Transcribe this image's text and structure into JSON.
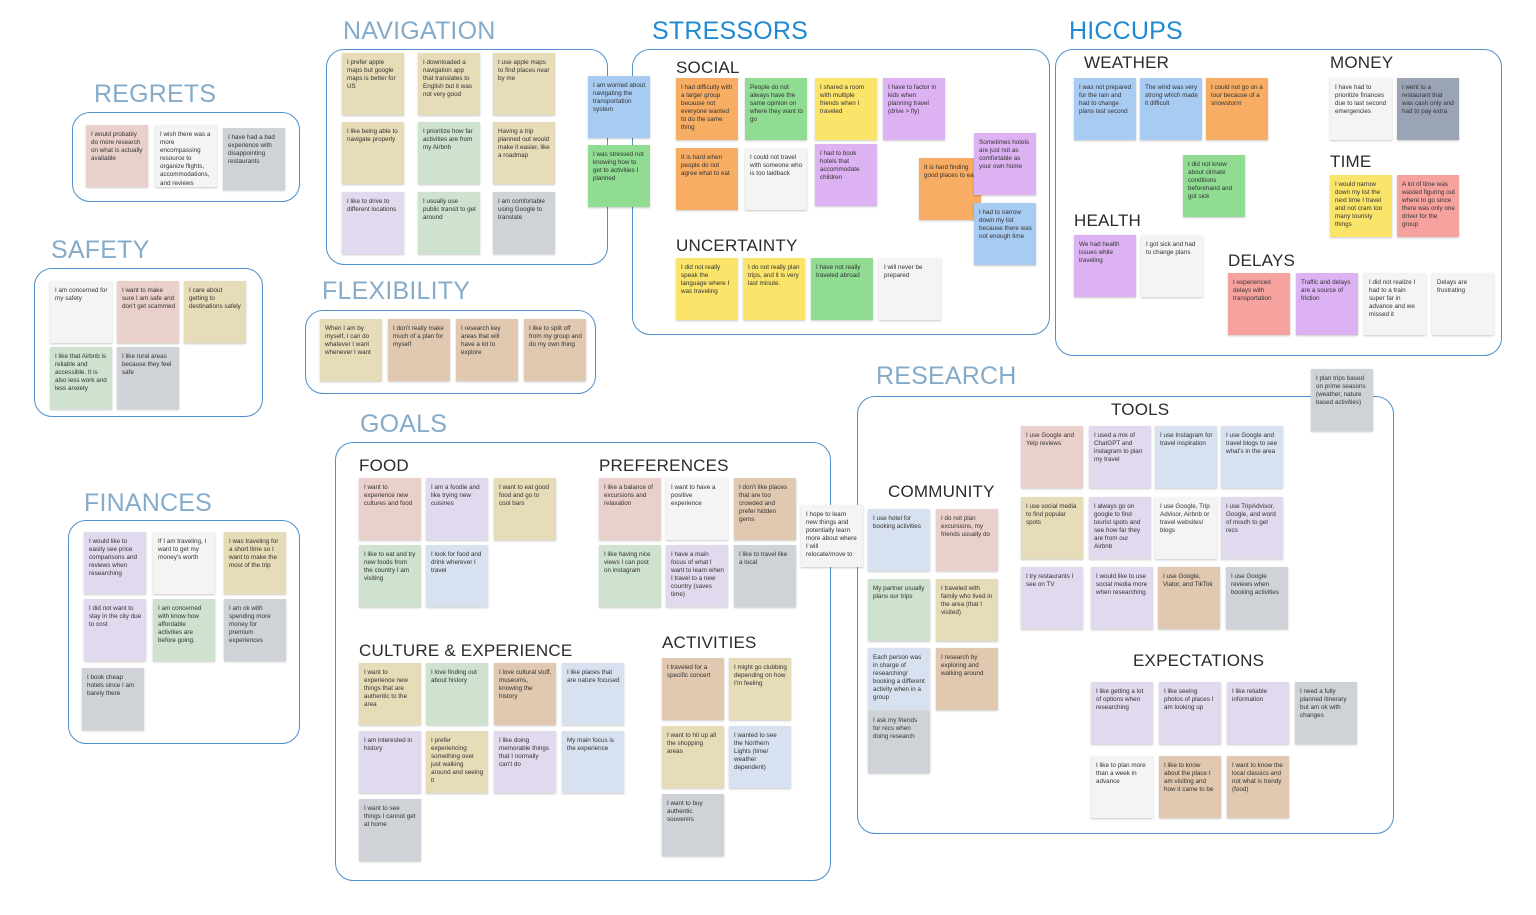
{
  "sections": {
    "regrets": "REGRETS",
    "safety": "SAFETY",
    "finances": "FINANCES",
    "navigation": "NAVIGATION",
    "flexibility": "FLEXIBILITY",
    "goals": "GOALS",
    "stressors": "STRESSORS",
    "hiccups": "HICCUPS",
    "research": "RESEARCH"
  },
  "subsections": {
    "food": "FOOD",
    "preferences": "PREFERENCES",
    "culture": "CULTURE & EXPERIENCE",
    "activities": "ACTIVITIES",
    "social": "SOCIAL",
    "uncertainty": "UNCERTAINTY",
    "weather": "WEATHER",
    "money": "MONEY",
    "time": "TIME",
    "health": "HEALTH",
    "delays": "DELAYS",
    "tools": "TOOLS",
    "community": "COMMUNITY",
    "expectations": "EXPECTATIONS"
  },
  "notes": [
    {
      "group": "regrets",
      "color": "#ead0cb",
      "text": "I would probably do more research on what is actually available"
    },
    {
      "group": "regrets",
      "color": "#f4f4f4",
      "text": "I wish there was a more encompassing resource to organize flights, accommodations, and reviews"
    },
    {
      "group": "regrets",
      "color": "#cfd3d8",
      "text": "I have had a bad experience with disappointing restaurants"
    },
    {
      "group": "safety",
      "color": "#f4f4f4",
      "text": "I am concerned for my safety"
    },
    {
      "group": "safety",
      "color": "#ead0cb",
      "text": "I want to make sure I am safe and don't get scammed"
    },
    {
      "group": "safety",
      "color": "#e6dcb8",
      "text": "I care about getting to destinations safely"
    },
    {
      "group": "safety",
      "color": "#cfe1cf",
      "text": "I like that Airbnb is reliable and accessible. It is also less work and less anxiety"
    },
    {
      "group": "safety",
      "color": "#cfd3d8",
      "text": "I like rural areas because they feel safe"
    },
    {
      "group": "finances",
      "color": "#e1d9ed",
      "text": "I would like to easily see price comparisons and reviews when researching"
    },
    {
      "group": "finances",
      "color": "#f4f4f4",
      "text": "If I am traveling, I want to get my money's worth"
    },
    {
      "group": "finances",
      "color": "#e6dcb8",
      "text": "I was traveling for a short time so I want to make the most of the trip"
    },
    {
      "group": "finances",
      "color": "#e1d9ed",
      "text": "I did not want to stay in the city due to cost"
    },
    {
      "group": "finances",
      "color": "#cfe1cf",
      "text": "I am concerned with know how affordable activities are before going."
    },
    {
      "group": "finances",
      "color": "#cfd3d8",
      "text": "I am ok with spending more money for premium experiences"
    },
    {
      "group": "finances",
      "color": "#cfd3d8",
      "text": "I book cheap hotels since I am barely there"
    },
    {
      "group": "navigation",
      "color": "#e6dcb8",
      "text": "I prefer apple maps but google maps is better for US"
    },
    {
      "group": "navigation",
      "color": "#e6dcb8",
      "text": "I downloaded a navigation app that translates to English but it was not very good"
    },
    {
      "group": "navigation",
      "color": "#e6dcb8",
      "text": "I use apple maps to find places near by me"
    },
    {
      "group": "navigation",
      "color": "#e6dcb8",
      "text": "I like being able to navigate properly"
    },
    {
      "group": "navigation",
      "color": "#cfe1cf",
      "text": "I prioritize how far activities are from my Airbnb"
    },
    {
      "group": "navigation",
      "color": "#e6dcb8",
      "text": "Having a trip planned out would make it easier, like a roadmap"
    },
    {
      "group": "navigation",
      "color": "#e1d9ed",
      "text": "I like to drive to different locations"
    },
    {
      "group": "navigation",
      "color": "#cfe1cf",
      "text": "I usually use public transit to get around"
    },
    {
      "group": "navigation",
      "color": "#cfd3d8",
      "text": "I am comfortable using Google to translate"
    },
    {
      "group": "flexibility",
      "color": "#e6dcb8",
      "text": "When I am by myself, I can do whatever I want whenever I want"
    },
    {
      "group": "flexibility",
      "color": "#e0c9b0",
      "text": "I don't really make much of a plan for myself"
    },
    {
      "group": "flexibility",
      "color": "#e0c9b0",
      "text": "I research key areas that will have a lot to explore"
    },
    {
      "group": "flexibility",
      "color": "#e0c9b0",
      "text": "I like to split off from my group and do my own thing"
    },
    {
      "group": "food",
      "color": "#ead0cb",
      "text": "I want to experience new cultures and food"
    },
    {
      "group": "food",
      "color": "#e1d9ed",
      "text": "I am a foodie and like trying new cuisines"
    },
    {
      "group": "food",
      "color": "#e6dcb8",
      "text": "I want to eat good food and go to cool bars"
    },
    {
      "group": "food",
      "color": "#cfe1cf",
      "text": "I like to eat and try new foods from the country I am visiting"
    },
    {
      "group": "food",
      "color": "#d8e1ef",
      "text": "I look for food and drink wherever I travel"
    },
    {
      "group": "preferences",
      "color": "#ead0cb",
      "text": "I like a balance of excursions and relaxation"
    },
    {
      "group": "preferences",
      "color": "#f4f4f4",
      "text": "I want to have a positive experience"
    },
    {
      "group": "preferences",
      "color": "#e0c9b0",
      "text": "I don't like places that are too crowded and prefer hidden gems"
    },
    {
      "group": "preferences",
      "color": "#cfe1cf",
      "text": "I like having nice views I can post on instagram"
    },
    {
      "group": "preferences",
      "color": "#e1d9ed",
      "text": "I have a main focus of what I want to learn when I travel to a new country (saves time)"
    },
    {
      "group": "preferences",
      "color": "#cfd3d8",
      "text": "I like to travel like a local"
    },
    {
      "group": "preferences",
      "color": "#f4f4f4",
      "text": "I hope to learn new things and potentially learn more about where I will relocate/move to"
    },
    {
      "group": "culture",
      "color": "#e6dcb8",
      "text": "I want to experience new things that are authentic to the area"
    },
    {
      "group": "culture",
      "color": "#cfe1cf",
      "text": "I love finding out about history"
    },
    {
      "group": "culture",
      "color": "#e0c9b0",
      "text": "I love cultural stuff, museums, knowing the history"
    },
    {
      "group": "culture",
      "color": "#d8e1ef",
      "text": "I like places that are nature focused"
    },
    {
      "group": "culture",
      "color": "#e1d9ed",
      "text": "I am interested in history"
    },
    {
      "group": "culture",
      "color": "#e6dcb8",
      "text": "I prefer experiencing something over just walking around and seeing it"
    },
    {
      "group": "culture",
      "color": "#e1d9ed",
      "text": "I like doing memorable things that I normally can't do"
    },
    {
      "group": "culture",
      "color": "#d8e1ef",
      "text": "My main focus is the experience"
    },
    {
      "group": "culture",
      "color": "#cfd3d8",
      "text": "I want to see things I cannot get at home"
    },
    {
      "group": "activities",
      "color": "#e0c9b0",
      "text": "I traveled for a specific concert"
    },
    {
      "group": "activities",
      "color": "#e6dcb8",
      "text": "I might go clubbing depending on how I'm feeling"
    },
    {
      "group": "activities",
      "color": "#e6dcb8",
      "text": "I want to hit up all the shopping areas"
    },
    {
      "group": "activities",
      "color": "#d8e1ef",
      "text": "I wanted to see the Northern Lights (time/ weather dependent)"
    },
    {
      "group": "activities",
      "color": "#cfd3d8",
      "text": "I want to buy authentic souvenirs"
    },
    {
      "group": "stressors",
      "color": "#a8cbf2",
      "text": "I am worried about navigating the transportation system"
    },
    {
      "group": "stressors",
      "color": "#8fdc92",
      "text": "I was stressed not knowing how to get to activities I planned"
    },
    {
      "group": "social",
      "color": "#f7ad63",
      "text": "I had difficulty with a larger group because not everyone wanted to do the same thing"
    },
    {
      "group": "social",
      "color": "#8fdc92",
      "text": "People do not always have the same opinion on where they want to go"
    },
    {
      "group": "social",
      "color": "#fbe46a",
      "text": "I shared a room with multiple friends when I traveled"
    },
    {
      "group": "social",
      "color": "#dcb2f2",
      "text": "I have to factor in kids when planning travel (drive > fly)"
    },
    {
      "group": "social",
      "color": "#f7ad63",
      "text": "It is hard when people do not agree what to eat"
    },
    {
      "group": "social",
      "color": "#f4f4f4",
      "text": "I could not travel with someone who is too laidback"
    },
    {
      "group": "social",
      "color": "#dcb2f2",
      "text": "I had to book hotels that accommodate children"
    },
    {
      "group": "social",
      "color": "#f7ad63",
      "text": "It is hard finding good places to eat"
    },
    {
      "group": "social",
      "color": "#dcb2f2",
      "text": "Sometimes hotels are just not as comfortable as your own home"
    },
    {
      "group": "social",
      "color": "#a8cbf2",
      "text": "I had to narrow down my list because there was not enough time"
    },
    {
      "group": "uncertainty",
      "color": "#fbe46a",
      "text": "I did not really speak the language where I was traveling"
    },
    {
      "group": "uncertainty",
      "color": "#fbe46a",
      "text": "I do not really plan trips, and it is very last minute."
    },
    {
      "group": "uncertainty",
      "color": "#8fdc92",
      "text": "I have not really traveled abroad"
    },
    {
      "group": "uncertainty",
      "color": "#f4f4f4",
      "text": "I will never be prepared"
    },
    {
      "group": "weather",
      "color": "#a8cbf2",
      "text": "I was not prepared for the rain and had to change plans last second"
    },
    {
      "group": "weather",
      "color": "#a8cbf2",
      "text": "The wind was very strong which made it difficult"
    },
    {
      "group": "weather",
      "color": "#f7ad63",
      "text": "I could not go on a tour because of a snowstorm"
    },
    {
      "group": "weather",
      "color": "#8fdc92",
      "text": "I did not know about climate conditions beforehand and got sick"
    },
    {
      "group": "money",
      "color": "#f4f4f4",
      "text": "I have had to prioritize finances due to last second emergencies"
    },
    {
      "group": "money",
      "color": "#9aa4b5",
      "text": "I went to a restaurant that was cash only and had to pay extra"
    },
    {
      "group": "time",
      "color": "#fbe46a",
      "text": "I would narrow down my list the next time I travel and not cram too many touristy things"
    },
    {
      "group": "time",
      "color": "#f6a3a0",
      "text": "A lot of time was wasted figuring out where to go since there was only one driver for the group"
    },
    {
      "group": "health",
      "color": "#dcb2f2",
      "text": "We had health issues while traveling"
    },
    {
      "group": "health",
      "color": "#f4f4f4",
      "text": "I got sick and had to change plans"
    },
    {
      "group": "delays",
      "color": "#f6a3a0",
      "text": "I experienced delays with transportation"
    },
    {
      "group": "delays",
      "color": "#dcb2f2",
      "text": "Traffic and delays are a source of friction"
    },
    {
      "group": "delays",
      "color": "#f4f4f4",
      "text": "I did not realize I had to a train super far in advance and we missed it"
    },
    {
      "group": "delays",
      "color": "#f4f4f4",
      "text": "Delays are frustrating"
    },
    {
      "group": "research",
      "color": "#cfd3d8",
      "text": "I plan trips based on prime seasons (weather, nature based activities)"
    },
    {
      "group": "tools",
      "color": "#ead0cb",
      "text": "I use Google and Yelp reviews"
    },
    {
      "group": "tools",
      "color": "#e1d9ed",
      "text": "I used a mix of ChatGPT and instagram to plan my travel"
    },
    {
      "group": "tools",
      "color": "#d8e1ef",
      "text": "I use Instagram for travel inspiration"
    },
    {
      "group": "tools",
      "color": "#d8e1ef",
      "text": "I use Google and travel blogs to see what's in the area"
    },
    {
      "group": "tools",
      "color": "#e6dcb8",
      "text": "I use social media to find popular spots"
    },
    {
      "group": "tools",
      "color": "#e1d9ed",
      "text": "I always go on google to find tourist spots and see how far they are from our Airbnb"
    },
    {
      "group": "tools",
      "color": "#f4f4f4",
      "text": "I use Google, Trip Advisor, Airbnb or travel websites/ blogs"
    },
    {
      "group": "tools",
      "color": "#e1d9ed",
      "text": "I use TripAdvisor, Google, and word of mouth to get recs"
    },
    {
      "group": "tools",
      "color": "#e1d9ed",
      "text": "I try restaurants I see on TV"
    },
    {
      "group": "tools",
      "color": "#e1d9ed",
      "text": "I would like to use social media more when researching"
    },
    {
      "group": "tools",
      "color": "#e0c9b0",
      "text": "I use Google, Viator, and TikTok"
    },
    {
      "group": "tools",
      "color": "#cfd3d8",
      "text": "I use Google reviews when booking activities"
    },
    {
      "group": "community",
      "color": "#d8e1ef",
      "text": "I use hotel for booking activities"
    },
    {
      "group": "community",
      "color": "#ead0cb",
      "text": "I do not plan excursions, my friends usually do"
    },
    {
      "group": "community",
      "color": "#cfe1cf",
      "text": "My partner usually plans our trips"
    },
    {
      "group": "community",
      "color": "#e6dcb8",
      "text": "I traveled with family who lived in the area (that I visited)"
    },
    {
      "group": "community",
      "color": "#d8e1ef",
      "text": "Each person was in charge of researching/ booking a different activity when in a group"
    },
    {
      "group": "community",
      "color": "#e0c9b0",
      "text": "I research by exploring and walking around"
    },
    {
      "group": "community",
      "color": "#cfd3d8",
      "text": "I ask my friends for recs when doing research"
    },
    {
      "group": "expectations",
      "color": "#e1d9ed",
      "text": "I like getting a lot of options when researching"
    },
    {
      "group": "expectations",
      "color": "#e1d9ed",
      "text": "I like seeing photos of places I am looking up"
    },
    {
      "group": "expectations",
      "color": "#e1d9ed",
      "text": "I like reliable information"
    },
    {
      "group": "expectations",
      "color": "#cfd3d8",
      "text": "I need a fully planned itinerary but am ok with changes"
    },
    {
      "group": "expectations",
      "color": "#f4f4f4",
      "text": "I like to plan more than a week in advance"
    },
    {
      "group": "expectations",
      "color": "#e0c9b0",
      "text": "I like to know about the place I am visiting and how it came to be"
    },
    {
      "group": "expectations",
      "color": "#e0c9b0",
      "text": "I want to know the local classics and not what is trendy (food)"
    }
  ]
}
